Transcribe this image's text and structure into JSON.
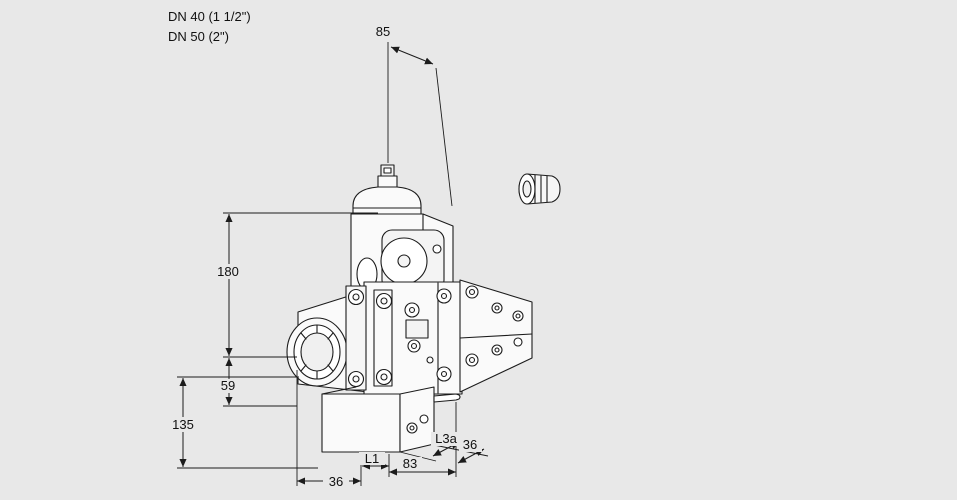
{
  "colors": {
    "background": "#e8e8e8",
    "line": "#1c1c1c"
  },
  "labels": {
    "size_line1": "DN 40 (1 1/2\")",
    "size_line2": "DN 50 (2\")"
  },
  "dimensions": {
    "top_width": "85",
    "actuator_height": "180",
    "port_center_height": "59",
    "lower_height": "135",
    "bottom_offset": "36",
    "l1": "L1",
    "base_length": "83",
    "l3a": "L3a",
    "depth": "36"
  }
}
